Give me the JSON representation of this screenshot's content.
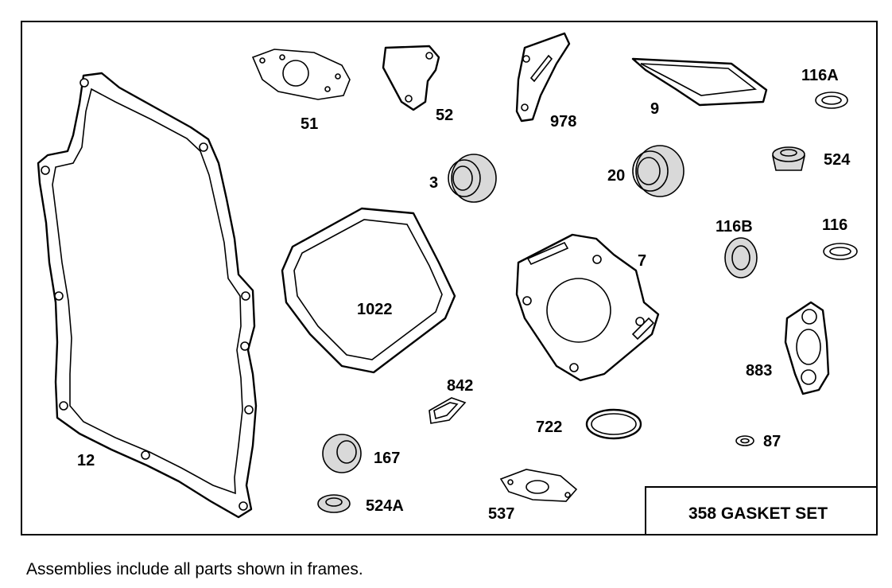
{
  "diagram": {
    "kit_title": "358 GASKET SET",
    "parts": {
      "p12": "12",
      "p51": "51",
      "p52": "52",
      "p978": "978",
      "p9": "9",
      "p116a": "116A",
      "p3": "3",
      "p20": "20",
      "p524": "524",
      "p116b": "116B",
      "p116": "116",
      "p1022": "1022",
      "p7": "7",
      "p883": "883",
      "p842": "842",
      "p722": "722",
      "p87": "87",
      "p167": "167",
      "p524a": "524A",
      "p537": "537"
    }
  },
  "footer": {
    "note": "Assemblies include all parts shown in frames."
  }
}
